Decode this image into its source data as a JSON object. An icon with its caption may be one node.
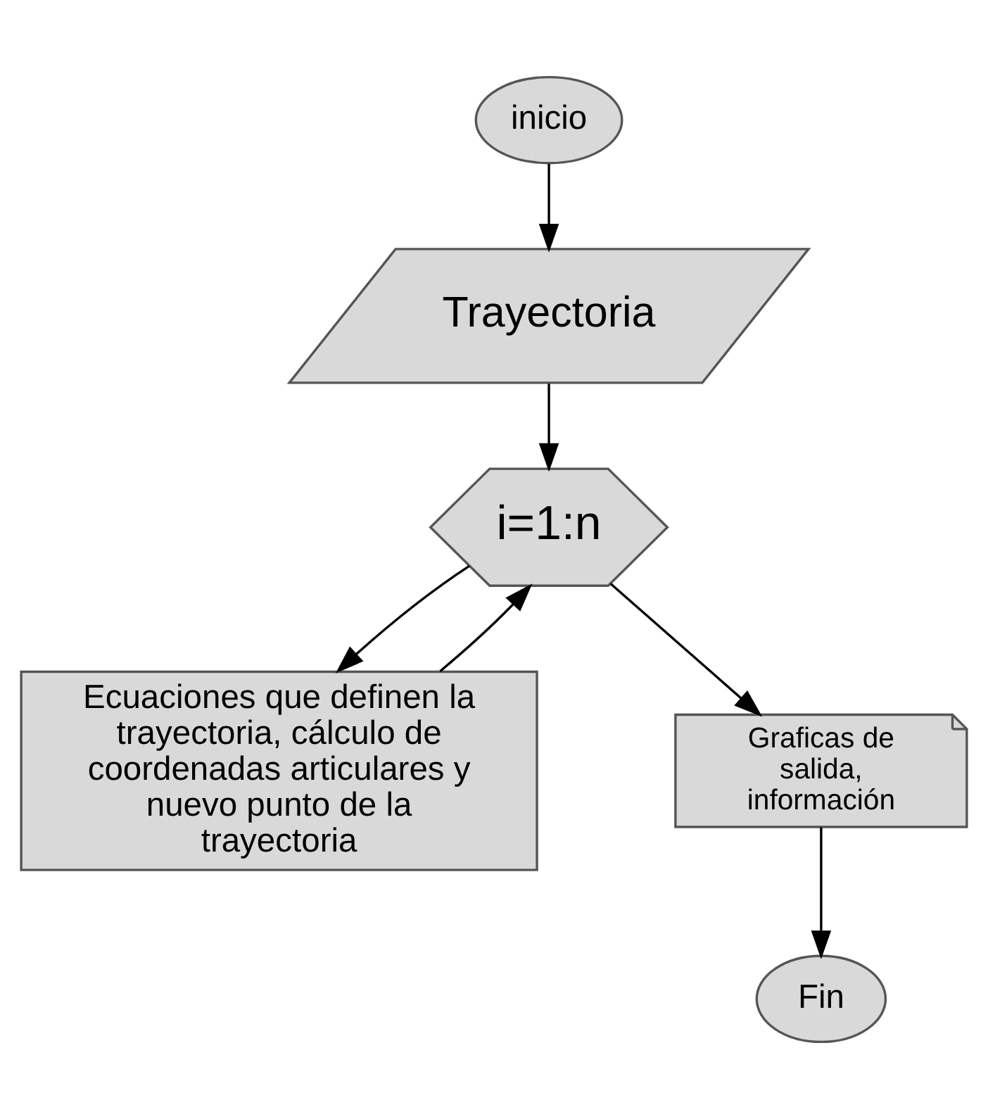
{
  "diagram": {
    "nodes": [
      {
        "text": [
          "inicio"
        ]
      },
      {
        "text": [
          "Trayectoria"
        ]
      },
      {
        "text": [
          "i=1:n"
        ]
      },
      {
        "text": [
          "Ecuaciones que definen la trayectoria, cálculo de coordenadas articulares y nuevo punto de la trayectoria"
        ]
      },
      {
        "text": [
          "Graficas de salida, información"
        ]
      },
      {
        "text": [
          "Fin"
        ]
      }
    ],
    "edges": [
      {
        "from": 0,
        "to": 1,
        "arrow": "to"
      },
      {
        "from": 1,
        "to": 2,
        "arrow": "to"
      },
      {
        "from": 2,
        "to": 3,
        "arrow": "to"
      },
      {
        "from": 3,
        "to": 2,
        "arrow": "to"
      },
      {
        "from": 2,
        "to": 4,
        "arrow": "to"
      },
      {
        "from": 4,
        "to": 5,
        "arrow": "to"
      }
    ]
  }
}
